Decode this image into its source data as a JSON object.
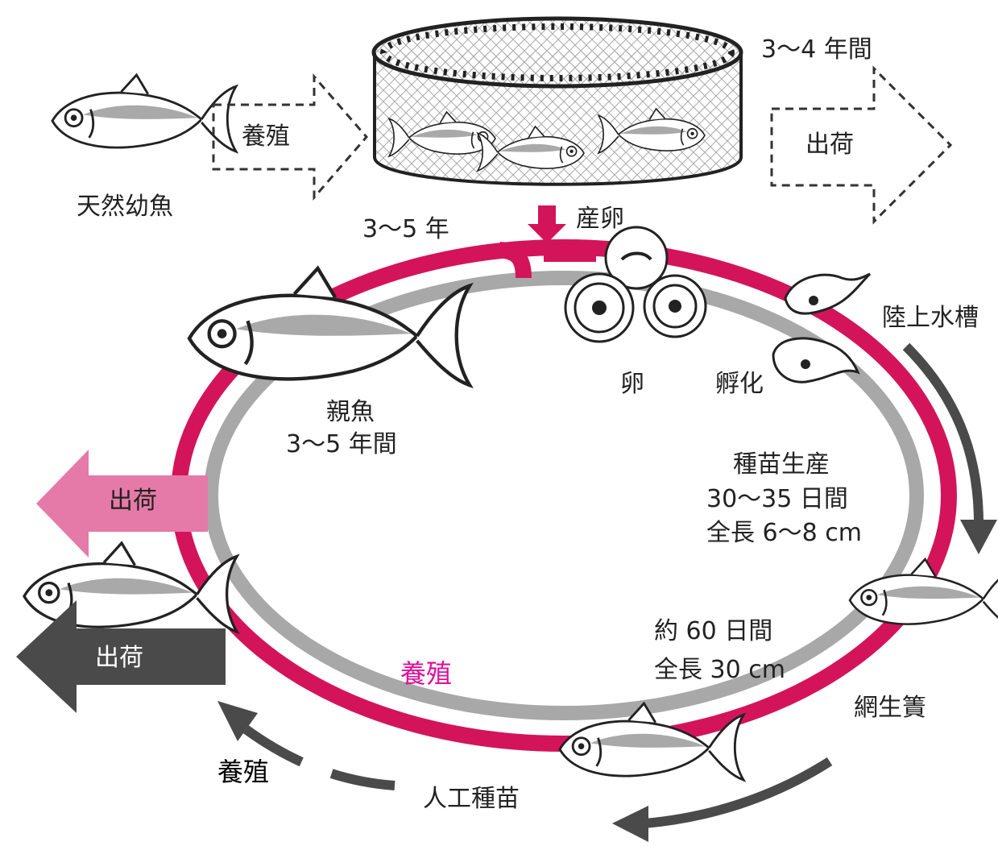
{
  "colors": {
    "cycle_magenta": "#d4145a",
    "cycle_gray": "#a8a8a8",
    "arrow_dark": "#4a4a4a",
    "arrow_pink": "#e57aa8",
    "fish_gray": "#a9a9a9",
    "label_magenta": "#e0109a"
  },
  "top_row": {
    "wild_juvenile_label": "天然幼魚",
    "farming_arrow_label": "養殖",
    "period_label": "3～4 年間",
    "ship_arrow_label": "出荷"
  },
  "cycle": {
    "broodstock_years": "3～5 年",
    "spawning": "産卵",
    "land_tank": "陸上水槽",
    "egg": "卵",
    "hatching": "孵化",
    "broodstock_label": "親魚",
    "broodstock_period": "3～5 年間",
    "seedling_production": "種苗生産",
    "seedling_days": "30～35 日間",
    "seedling_length": "全長 6～8 cm",
    "net_days": "約 60 日間",
    "net_length": "全長 30 cm",
    "net_cage": "網生簀",
    "artificial_seedling": "人工種苗",
    "farming_center": "養殖",
    "farming_bottom": "養殖",
    "ship_pink": "出荷",
    "ship_dark": "出荷"
  },
  "icons": [
    "wild-juvenile-fish-icon",
    "net-cage-icon",
    "broodstock-fish-icon",
    "egg-icon",
    "larva-icon",
    "juvenile-fish-icon",
    "young-fish-icon",
    "shipped-fish-icon"
  ]
}
